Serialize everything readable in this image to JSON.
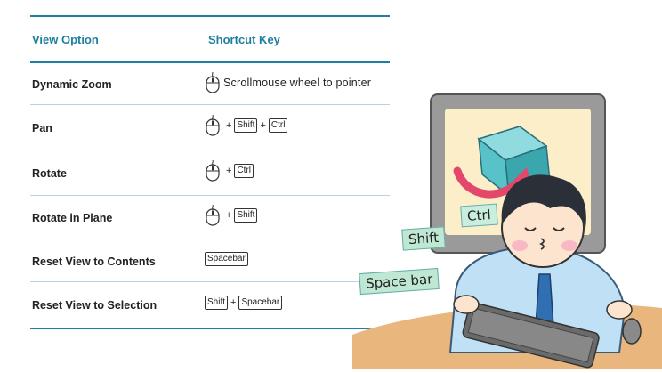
{
  "table": {
    "headers": {
      "option": "View Option",
      "shortcut": "Shortcut Key"
    },
    "rows": [
      {
        "option": "Dynamic Zoom",
        "shortcut_text": "Scrollmouse wheel to pointer",
        "keys": []
      },
      {
        "option": "Pan",
        "keys": [
          "Shift",
          "Ctrl"
        ]
      },
      {
        "option": "Rotate",
        "keys": [
          "Ctrl"
        ]
      },
      {
        "option": "Rotate in Plane",
        "keys": [
          "Shift"
        ]
      },
      {
        "option": "Reset View to Contents",
        "keys": [
          "Spacebar"
        ]
      },
      {
        "option": "Reset View to Selection",
        "keys": [
          "Shift",
          "Spacebar"
        ]
      }
    ],
    "plus": "+"
  },
  "illustration": {
    "labels": {
      "ctrl": "Ctrl",
      "shift": "Shift",
      "space": "Space bar"
    },
    "colors": {
      "screen": "#fbeec8",
      "tag_green": "#bfe8d2",
      "tag_mint": "#c8eede",
      "arrow": "#e3486b",
      "cube": "#57c2c7"
    }
  },
  "colors": {
    "accent": "#1f7f9e"
  }
}
